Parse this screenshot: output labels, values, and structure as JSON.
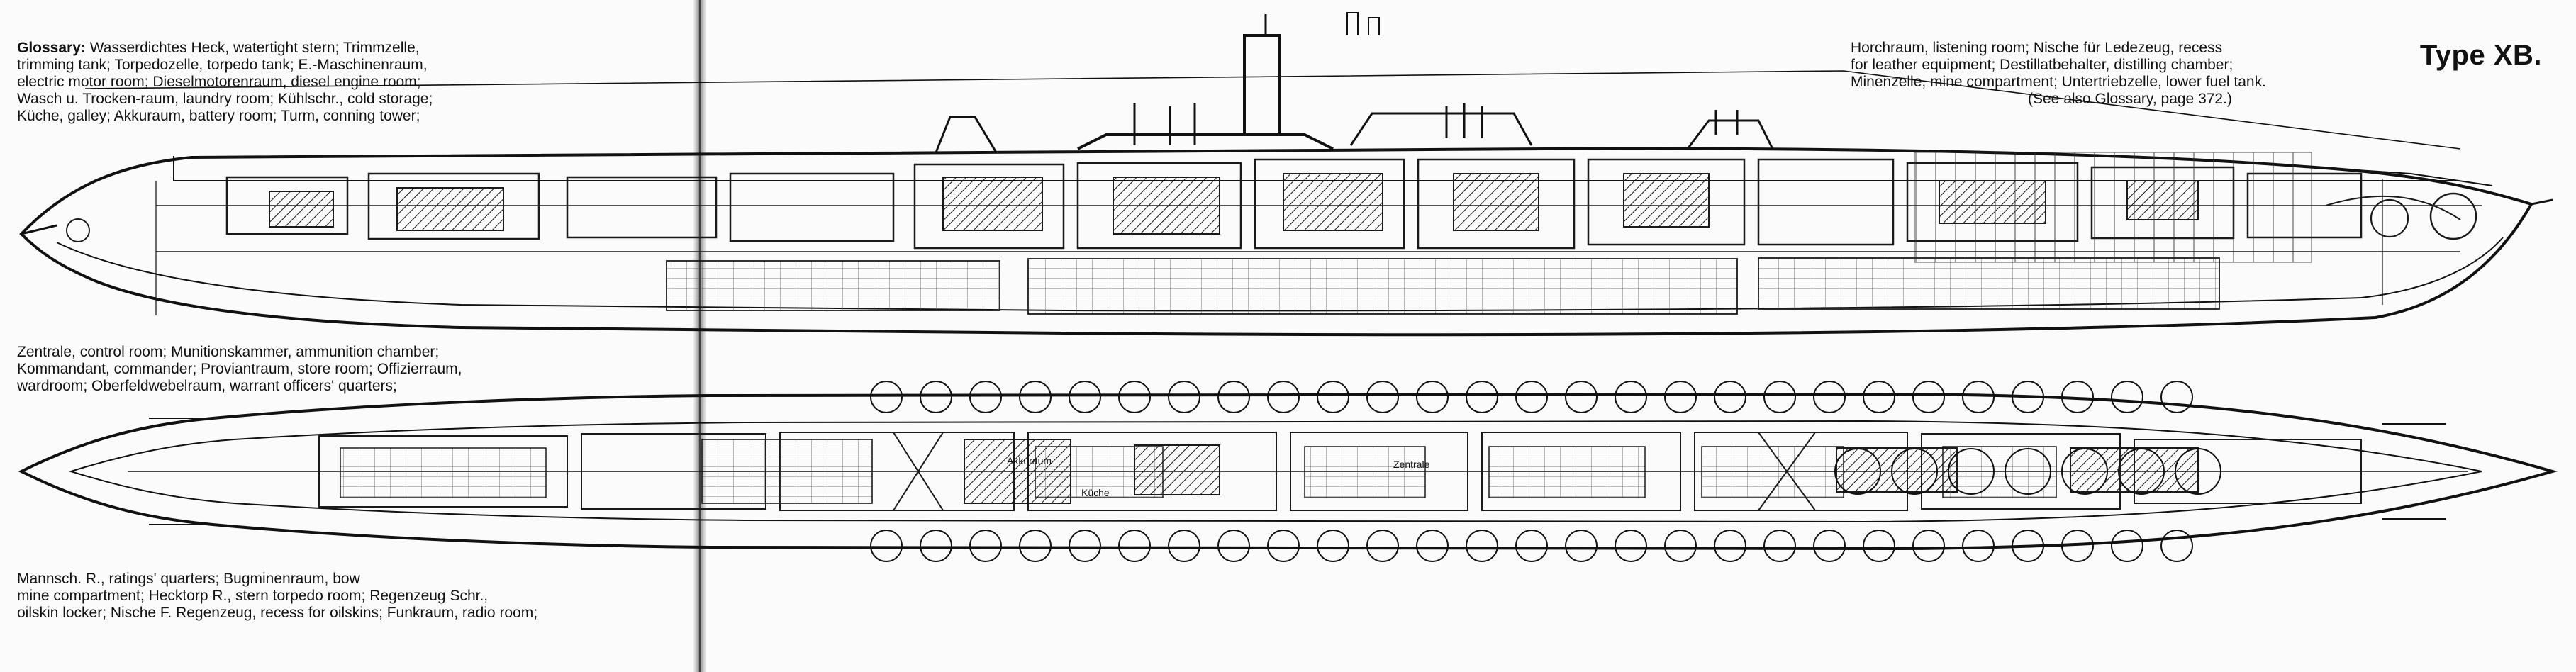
{
  "title": "Type XB.",
  "glossary": {
    "top_left": [
      "Glossary: Wasserdichtes Heck, watertight stern; Trimmzelle,",
      "trimming tank; Torpedozelle, torpedo tank; E.-Maschinenraum,",
      "electric motor room; Dieselmotorenraum, diesel engine room;",
      "Wasch u. Trocken-raum, laundry room; Kühlschr., cold storage;",
      "Küche, galley; Akkuraum, battery room; Turm, conning tower;"
    ],
    "middle_left": [
      "Zentrale, control room; Munitionskammer, ammunition chamber;",
      "Kommandant, commander; Proviantraum, store room; Offizierraum,",
      "wardroom; Oberfeldwebelraum, warrant officers' quarters;"
    ],
    "bottom_left": [
      "Mannsch. R., ratings' quarters; Bugminenraum, bow",
      "mine compartment; Hecktorp R., stern torpedo room; Regenzeug Schr.,",
      "oilskin locker; Nische F. Regenzeug, recess for oilskins; Funkraum, radio room;"
    ],
    "top_right": [
      "Horchraum, listening room; Nische für Ledezeug, recess",
      "for leather equipment; Destillatbehalter, distilling chamber;",
      "Minenzelle, mine compartment; Untertriebzelle, lower fuel tank.",
      "(See also Glossary, page 372.)"
    ]
  },
  "drawing_labels": {
    "akkuraum": "Akkuraum",
    "zentrale": "Zentrale",
    "kuche": "Küche"
  }
}
